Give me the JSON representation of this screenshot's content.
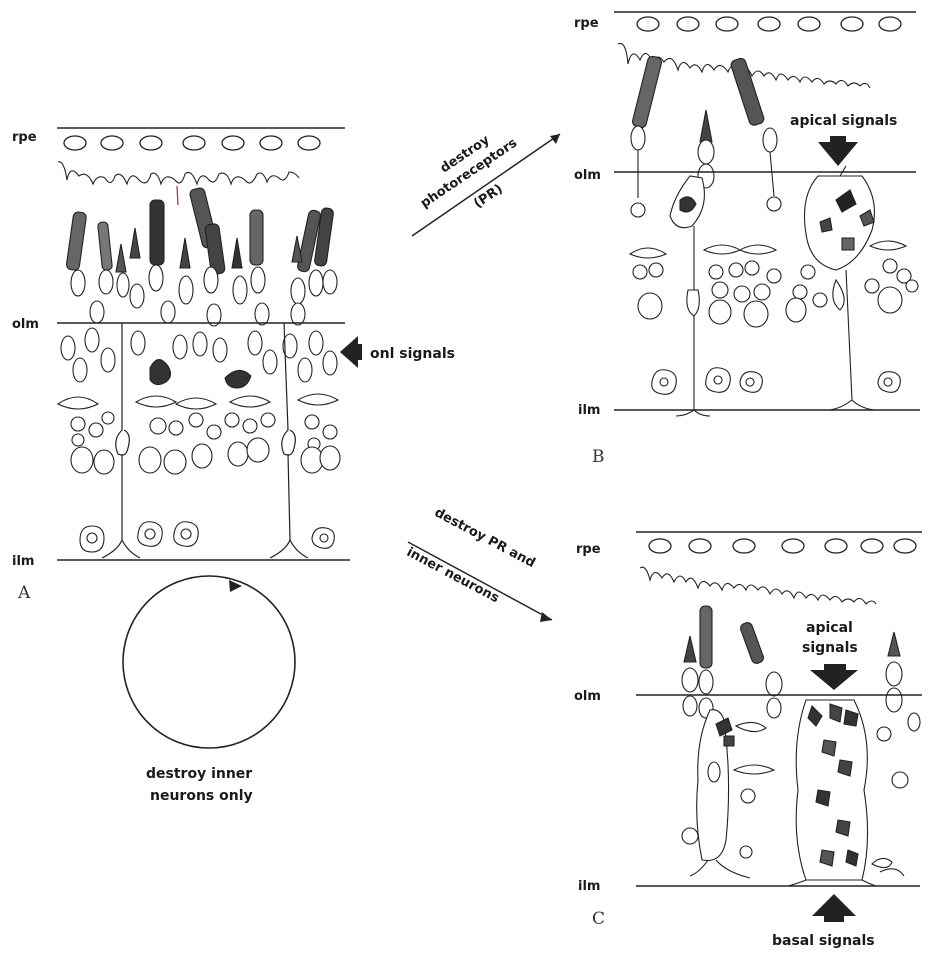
{
  "panels": {
    "A": {
      "letter": "A",
      "rpe": "rpe",
      "olm": "olm",
      "ilm": "ilm",
      "signal": "onl signals",
      "caption_line1": "destroy inner",
      "caption_line2": "neurons only"
    },
    "B": {
      "letter": "B",
      "rpe": "rpe",
      "olm": "olm",
      "ilm": "ilm",
      "signal": "apical signals"
    },
    "C": {
      "letter": "C",
      "rpe": "rpe",
      "olm": "olm",
      "ilm": "ilm",
      "apical_line1": "apical",
      "apical_line2": "signals",
      "basal": "basal signals"
    }
  },
  "arrows": {
    "to_B": {
      "line1": "destroy",
      "line2": "photoreceptors",
      "line3": "(PR)"
    },
    "to_C": {
      "line1": "destroy PR and",
      "line2": "inner neurons"
    }
  },
  "colors": {
    "ink": "#1a1a1a",
    "paper": "#ffffff",
    "accent": "#b03030"
  }
}
